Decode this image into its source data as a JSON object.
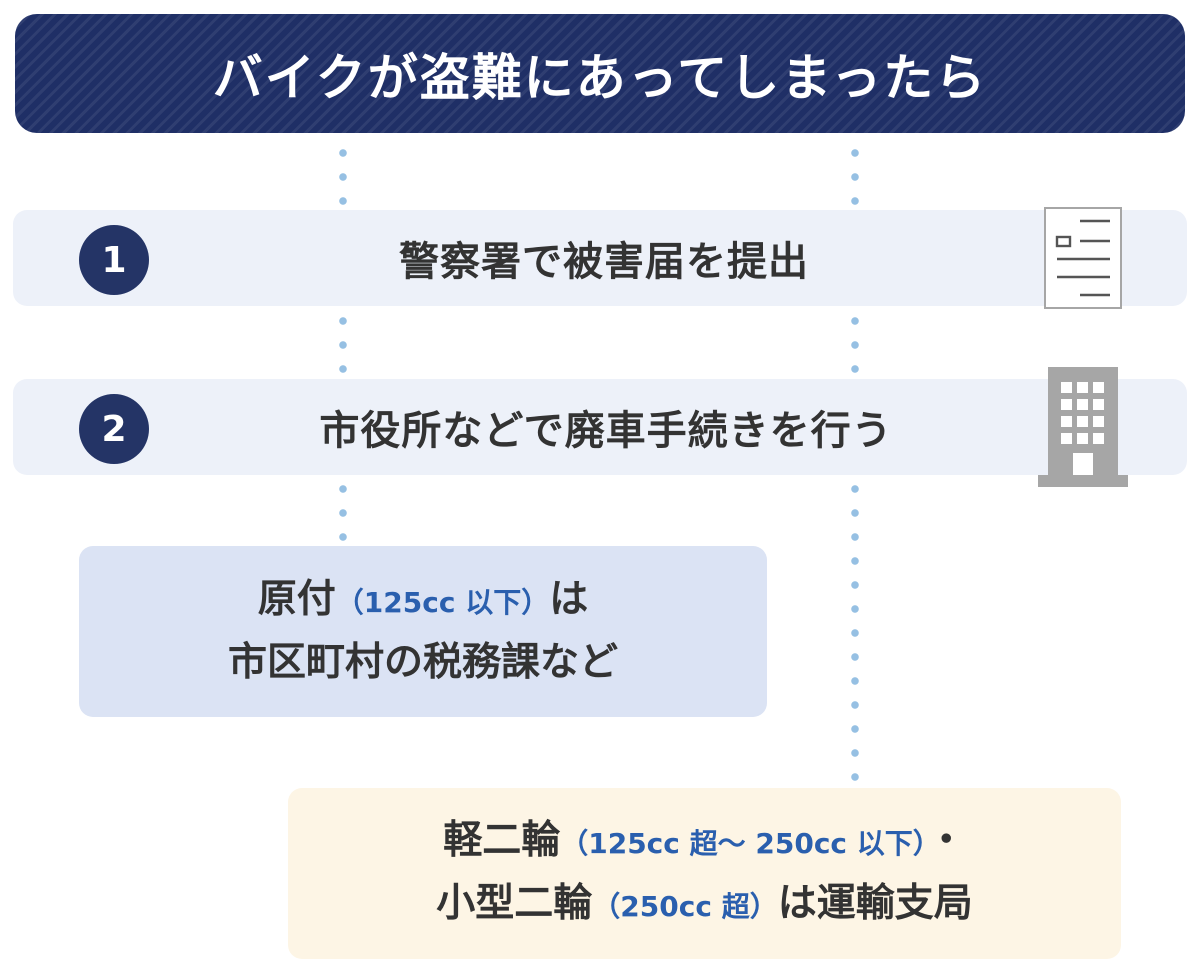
{
  "title": "バイクが盗難にあってしまったら",
  "steps": [
    {
      "number": "1",
      "label": "警察署で被害届を提出"
    },
    {
      "number": "2",
      "label": "市役所などで廃車手続きを行う"
    }
  ],
  "gentsuki": {
    "name": "原付",
    "note": "（125cc 以下）",
    "particle": "は",
    "office": "市区町村の税務課など"
  },
  "kei": {
    "name": "軽二輪",
    "note": "（125cc 超～ 250cc 以下）",
    "separator": "・",
    "name2": "小型二輪",
    "note2": "（250cc 超）",
    "office": "は運輸支局"
  },
  "icons": {
    "step1": "document-icon",
    "step2": "building-icon"
  },
  "colors": {
    "banner": "#1f2f66",
    "step_bg": "#edf1f9",
    "number_circle": "#243466",
    "dots": "#96c0e3",
    "gentsuki_bg": "#dbe3f4",
    "kei_bg": "#fdf5e5",
    "note_text": "#2a5fae",
    "icon_gray": "#a6a6a6"
  }
}
